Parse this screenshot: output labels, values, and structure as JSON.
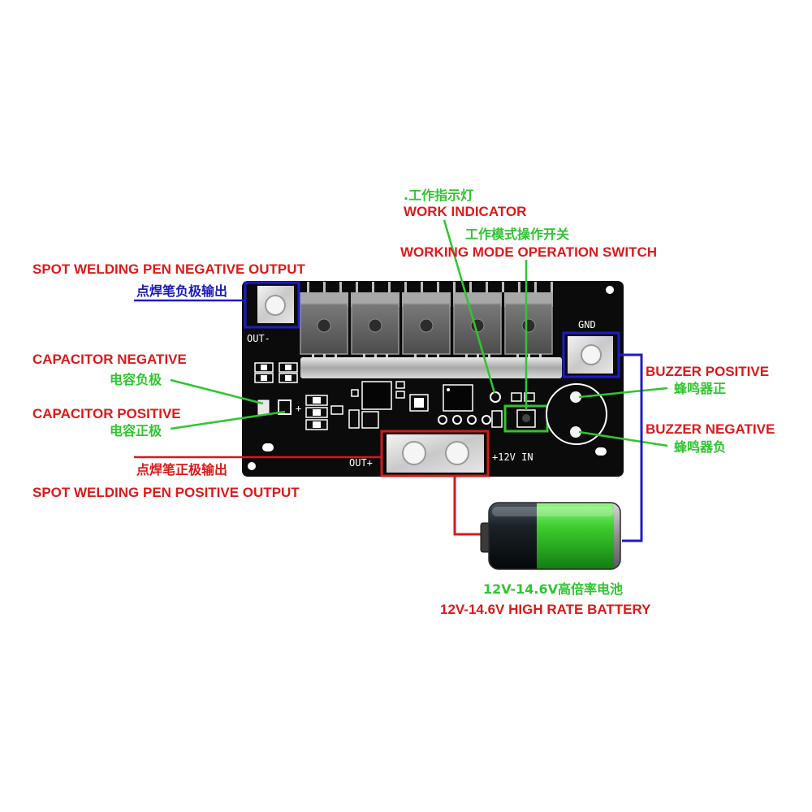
{
  "labels": {
    "work_indicator": {
      "zh": ".工作指示灯",
      "en": "WORK INDICATOR"
    },
    "mode_switch": {
      "zh": "工作模式操作开关",
      "en": "WORKING MODE OPERATION SWITCH"
    },
    "pen_negative": {
      "en": "SPOT WELDING PEN NEGATIVE OUTPUT",
      "zh": "点焊笔负极输出"
    },
    "capacitor_negative": {
      "en": "CAPACITOR NEGATIVE",
      "zh": "电容负极"
    },
    "capacitor_positive": {
      "en": "CAPACITOR POSITIVE",
      "zh": "电容正极"
    },
    "buzzer_positive": {
      "en": "BUZZER POSITIVE",
      "zh": "蜂鸣器正"
    },
    "buzzer_negative": {
      "en": "BUZZER NEGATIVE",
      "zh": "蜂鸣器负"
    },
    "pen_positive": {
      "zh": "点焊笔正极输出",
      "en": "SPOT WELDING PEN POSITIVE OUTPUT"
    },
    "battery": {
      "zh": "12V-14.6V高倍率电池",
      "en": "12V-14.6V HIGH RATE BATTERY"
    }
  },
  "board": {
    "out_minus": "OUT-",
    "gnd": "GND",
    "out_plus": "OUT+",
    "power_input": "+12V IN",
    "capacitor_plus_mark": "+"
  },
  "colors": {
    "english_label": "#dc1a1a",
    "chinese_label": "#2fc62f",
    "negative_label": "#1c1cb4",
    "negative_wire": "#1c1cc8",
    "positive_wire": "#d21a1a",
    "pointer_line": "#2fc62f",
    "board": "#0b0b0b"
  }
}
